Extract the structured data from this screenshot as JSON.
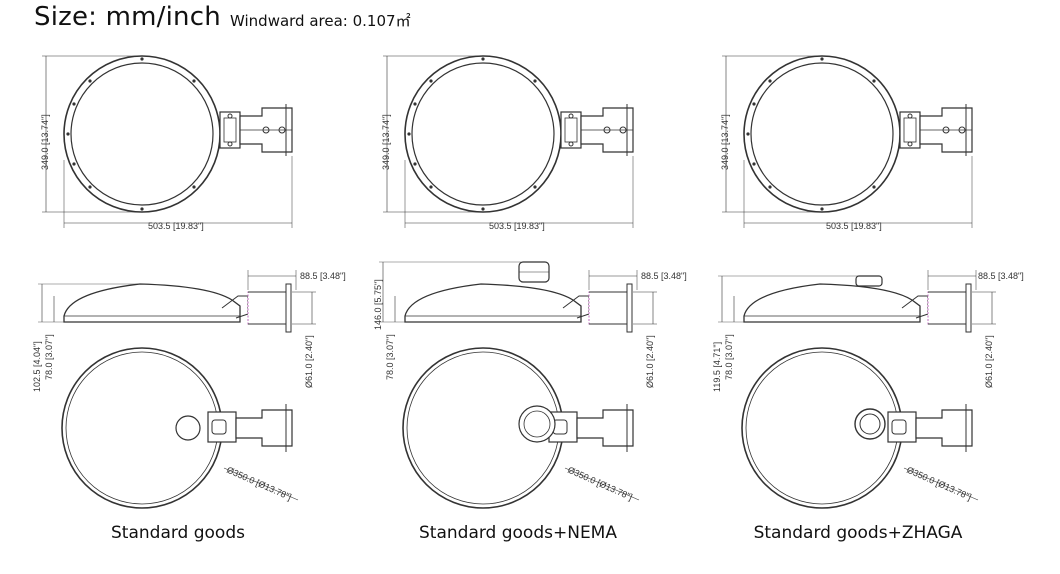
{
  "header": {
    "title": "Size: mm/inch",
    "windward": "Windward area: 0.107㎡"
  },
  "variants": [
    {
      "caption": "Standard goods",
      "dims": {
        "height_top": "349.0 [13.74\"]",
        "width": "503.5 [19.83\"]",
        "bracket_len": "88.5 [3.48\"]",
        "total_h": "102.5 [4.04\"]",
        "body_h": "78.0 [3.07\"]",
        "pipe_d": "Ø61.0 [2.40\"]",
        "diameter": "Ø350.0 [Ø13.78\"]"
      }
    },
    {
      "caption": "Standard goods+NEMA",
      "dims": {
        "height_top": "349.0 [13.74\"]",
        "width": "503.5 [19.83\"]",
        "bracket_len": "88.5 [3.48\"]",
        "total_h": "146.0 [5.75\"]",
        "body_h": "78.0 [3.07\"]",
        "pipe_d": "Ø61.0 [2.40\"]",
        "diameter": "Ø350.0 [Ø13.78\"]"
      }
    },
    {
      "caption": "Standard goods+ZHAGA",
      "dims": {
        "height_top": "349.0 [13.74\"]",
        "width": "503.5 [19.83\"]",
        "bracket_len": "88.5 [3.48\"]",
        "total_h": "119.5 [4.71\"]",
        "body_h": "78.0 [3.07\"]",
        "pipe_d": "Ø61.0 [2.40\"]",
        "diameter": "Ø350.0 [Ø13.78\"]"
      }
    }
  ],
  "colors": {
    "line": "#333333",
    "accent_pink": "#c06cc0"
  }
}
